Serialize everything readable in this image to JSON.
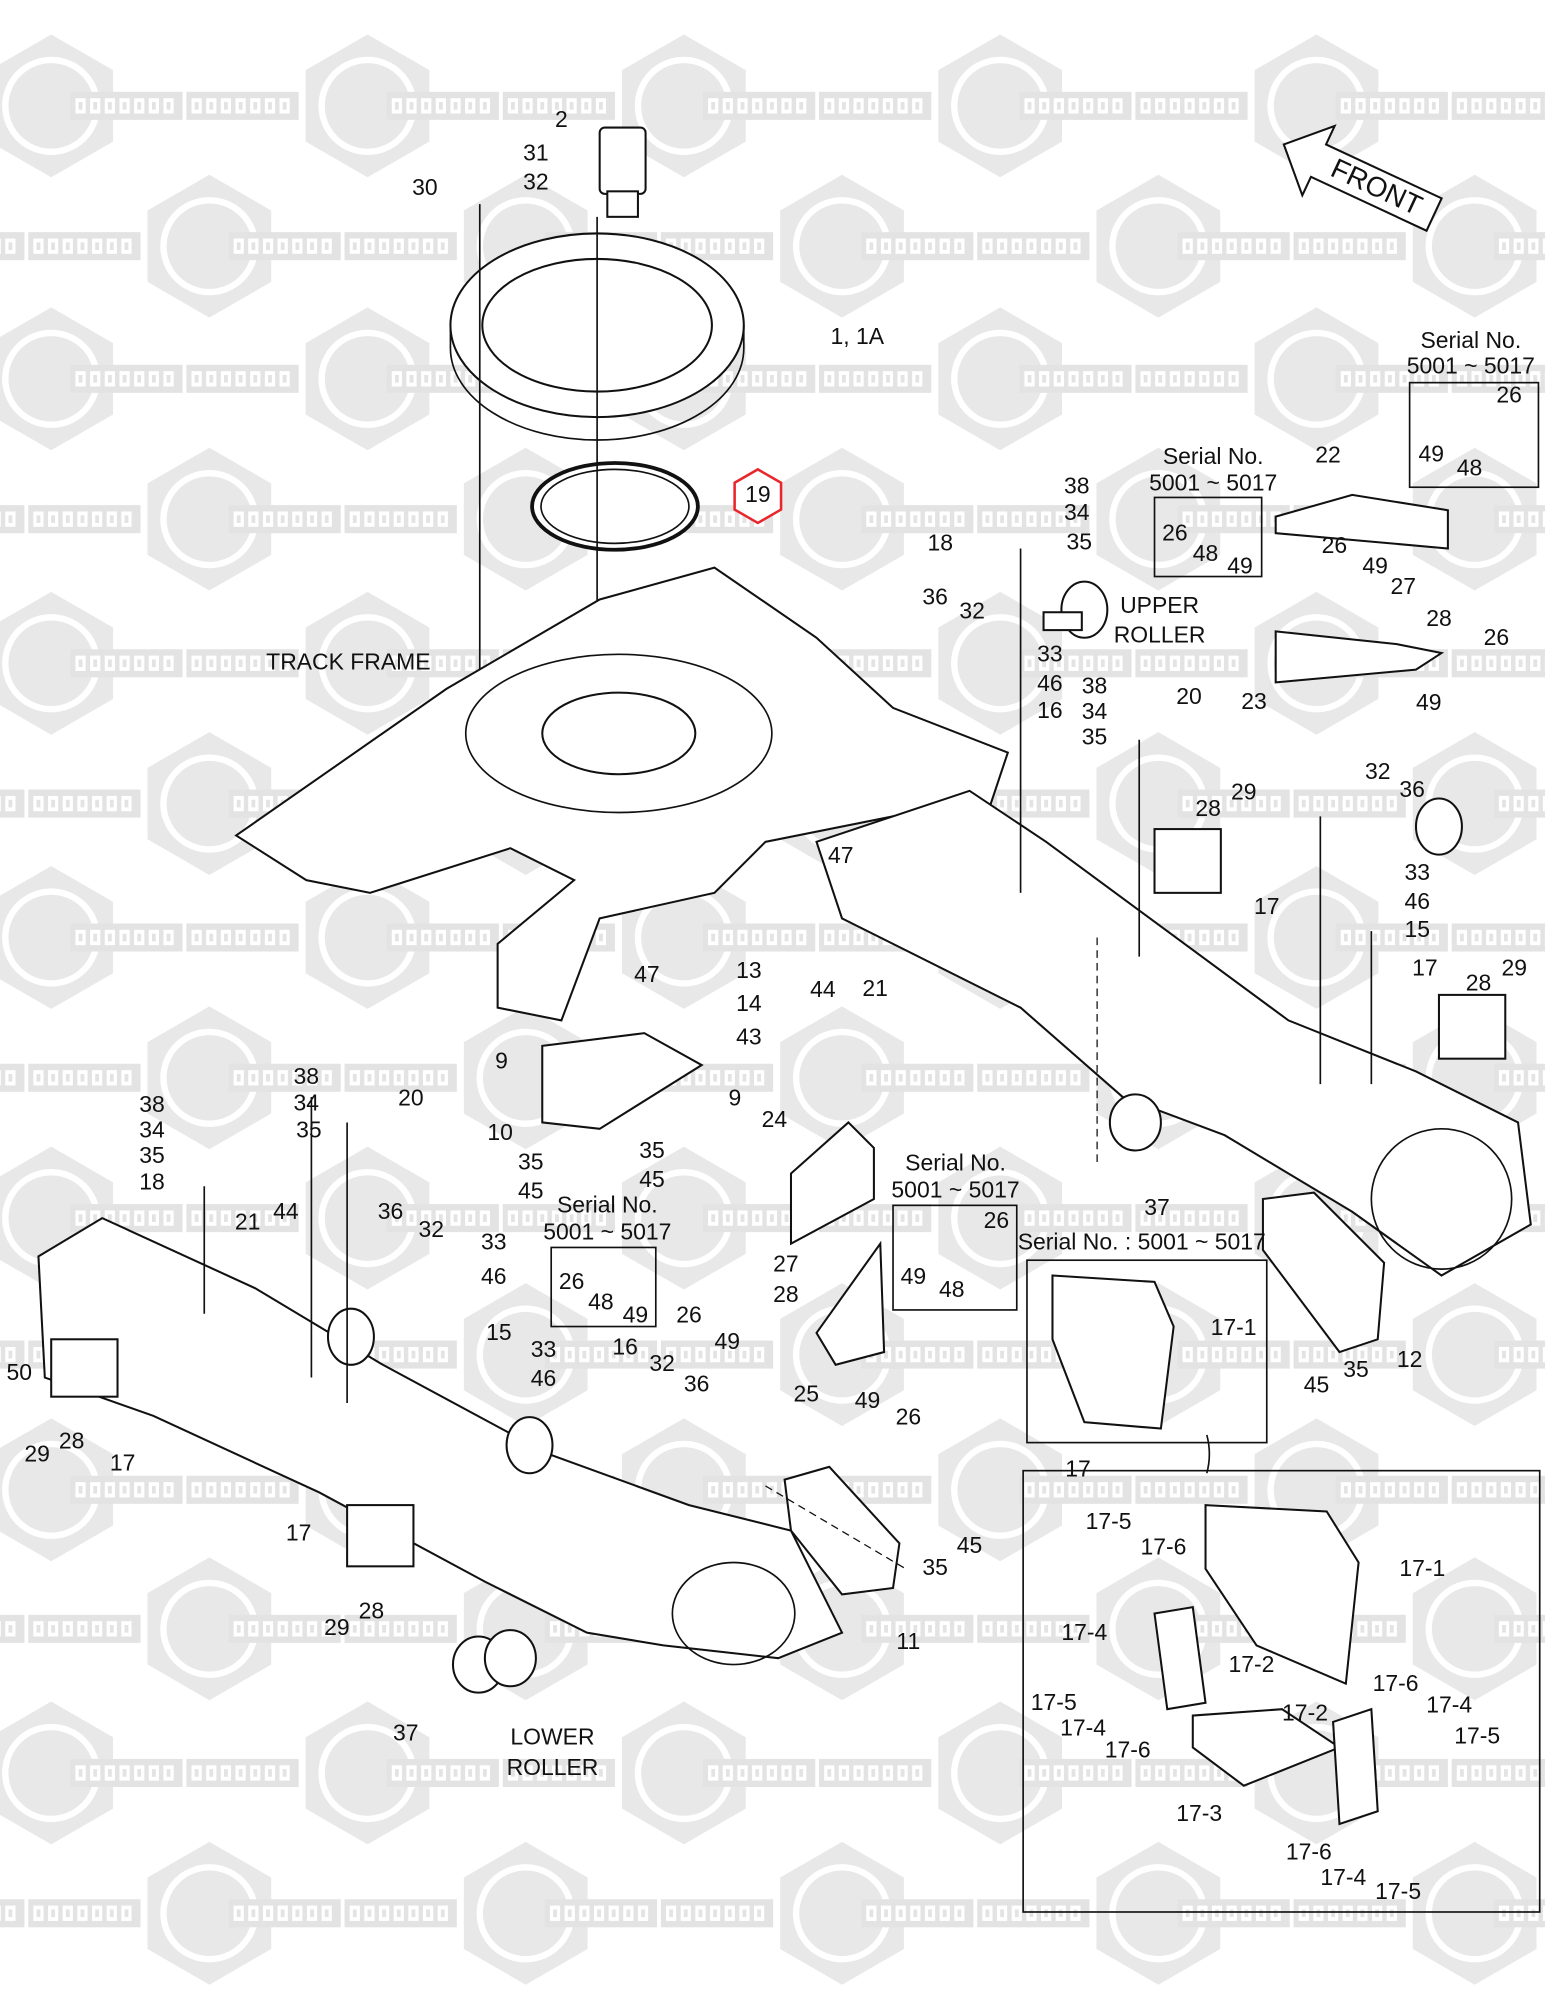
{
  "watermark": [
    "КОМПАРТ",
    "COMPART"
  ],
  "highlight_color": "#e8262b",
  "front_arrow": "FRONT",
  "callouts": [
    "2",
    "31",
    "32",
    "30",
    "1, 1A",
    "19",
    "TRACK FRAME",
    "Serial No.",
    "5001 ~ 5017",
    "26",
    "49",
    "48",
    "Serial No.",
    "5001 ~ 5017",
    "26",
    "48",
    "49",
    "22",
    "38",
    "34",
    "35",
    "18",
    "26",
    "49",
    "27",
    "28",
    "26",
    "36",
    "32",
    "UPPER",
    "ROLLER",
    "33",
    "46",
    "16",
    "23",
    "49",
    "38",
    "34",
    "35",
    "20",
    "32",
    "36",
    "28",
    "29",
    "33",
    "46",
    "15",
    "17",
    "47",
    "47",
    "13",
    "14",
    "43",
    "44",
    "21",
    "17",
    "28",
    "29",
    "9",
    "9",
    "10",
    "38",
    "34",
    "35",
    "20",
    "38",
    "34",
    "35",
    "18",
    "24",
    "35",
    "45",
    "35",
    "45",
    "Serial No.",
    "5001 ~ 5017",
    "Serial No.",
    "5001 ~ 5017",
    "26",
    "49",
    "48",
    "Serial No. : 5001 ~ 5017",
    "21",
    "44",
    "36",
    "32",
    "33",
    "46",
    "26",
    "48",
    "49",
    "26",
    "49",
    "27",
    "28",
    "17-1",
    "12",
    "45",
    "35",
    "15",
    "33",
    "46",
    "16",
    "32",
    "36",
    "50",
    "29",
    "28",
    "17",
    "25",
    "49",
    "26",
    "37",
    "17",
    "17-5",
    "17-6",
    "17-1",
    "17",
    "45",
    "35",
    "29",
    "28",
    "11",
    "17-4",
    "17-2",
    "17-5",
    "17-4",
    "17-6",
    "17-6",
    "17-4",
    "17-2",
    "17-5",
    "37",
    "LOWER",
    "ROLLER",
    "17-3",
    "17-6",
    "17-4",
    "17-5"
  ],
  "highlighted_callout_index": 5
}
